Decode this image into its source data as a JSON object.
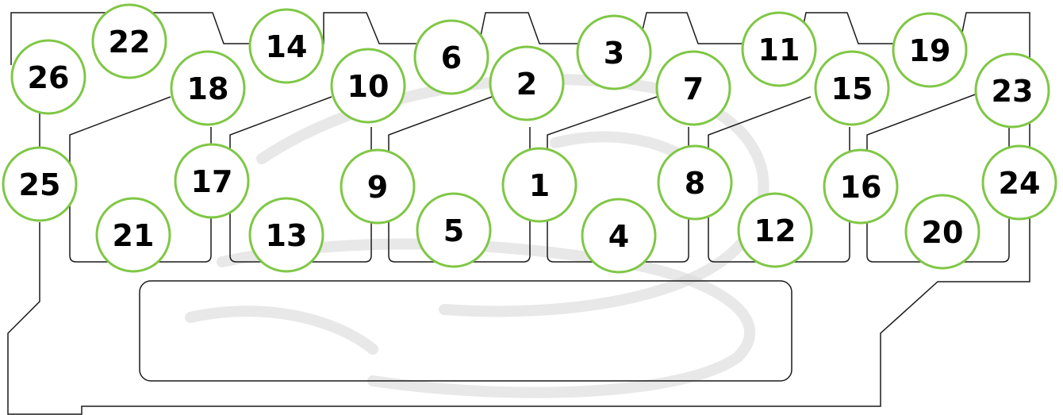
{
  "diagram": {
    "accent_color": "#7fc745",
    "outline_color": "#1a1a1a",
    "circles": [
      {
        "id": "c26",
        "label": "26"
      },
      {
        "id": "c22",
        "label": "22"
      },
      {
        "id": "c18",
        "label": "18"
      },
      {
        "id": "c14",
        "label": "14"
      },
      {
        "id": "c10",
        "label": "10"
      },
      {
        "id": "c6",
        "label": "6"
      },
      {
        "id": "c2",
        "label": "2"
      },
      {
        "id": "c3",
        "label": "3"
      },
      {
        "id": "c7",
        "label": "7"
      },
      {
        "id": "c11",
        "label": "11"
      },
      {
        "id": "c15",
        "label": "15"
      },
      {
        "id": "c19",
        "label": "19"
      },
      {
        "id": "c23",
        "label": "23"
      },
      {
        "id": "c25",
        "label": "25"
      },
      {
        "id": "c17",
        "label": "17"
      },
      {
        "id": "c9",
        "label": "9"
      },
      {
        "id": "c1",
        "label": "1"
      },
      {
        "id": "c8",
        "label": "8"
      },
      {
        "id": "c16",
        "label": "16"
      },
      {
        "id": "c24",
        "label": "24"
      },
      {
        "id": "c21",
        "label": "21"
      },
      {
        "id": "c13",
        "label": "13"
      },
      {
        "id": "c5",
        "label": "5"
      },
      {
        "id": "c4",
        "label": "4"
      },
      {
        "id": "c12",
        "label": "12"
      },
      {
        "id": "c20",
        "label": "20"
      }
    ]
  }
}
